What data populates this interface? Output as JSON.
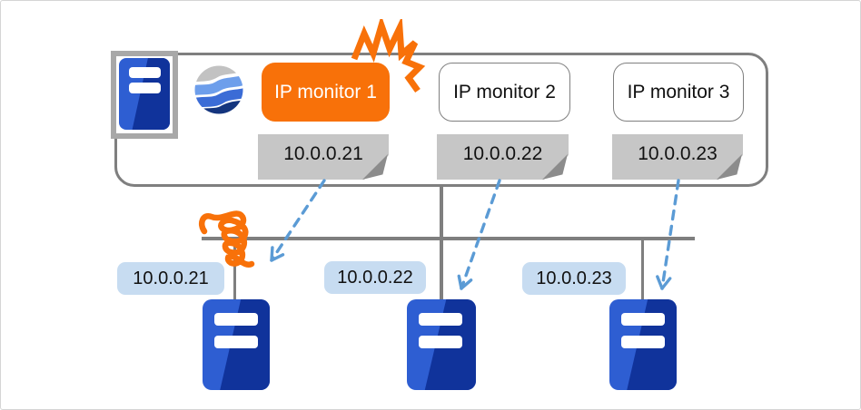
{
  "diagram": {
    "description": "IP monitor failure diagram: monitoring appliance with three IP monitors polling three servers over a shared network; monitor 1 target link is broken"
  },
  "monitors": [
    {
      "label": "IP monitor 1",
      "ip": "10.0.0.21",
      "status": "alert"
    },
    {
      "label": "IP monitor 2",
      "ip": "10.0.0.22",
      "status": "normal"
    },
    {
      "label": "IP monitor 3",
      "ip": "10.0.0.23",
      "status": "normal"
    }
  ],
  "servers": [
    {
      "ip": "10.0.0.21"
    },
    {
      "ip": "10.0.0.22"
    },
    {
      "ip": "10.0.0.23"
    }
  ],
  "icons": {
    "appliance_server": "server-icon",
    "network_globe": "globe-wave-icon",
    "alert_burst": "crash-burst-icon",
    "broken_link": "broken-link-coil-icon",
    "monitor_flow": "dashed-arrow"
  },
  "colors": {
    "alert_orange": "#F87109",
    "server_blue": "#2E5ED2",
    "server_navy": "#10339B",
    "note_gray": "#C6C6C6",
    "note_fold_gray": "#8C8C8C",
    "ip_label_blue": "#C7DCF1",
    "arrow_blue": "#5B9BD5",
    "line_gray": "#7F7F7F"
  }
}
